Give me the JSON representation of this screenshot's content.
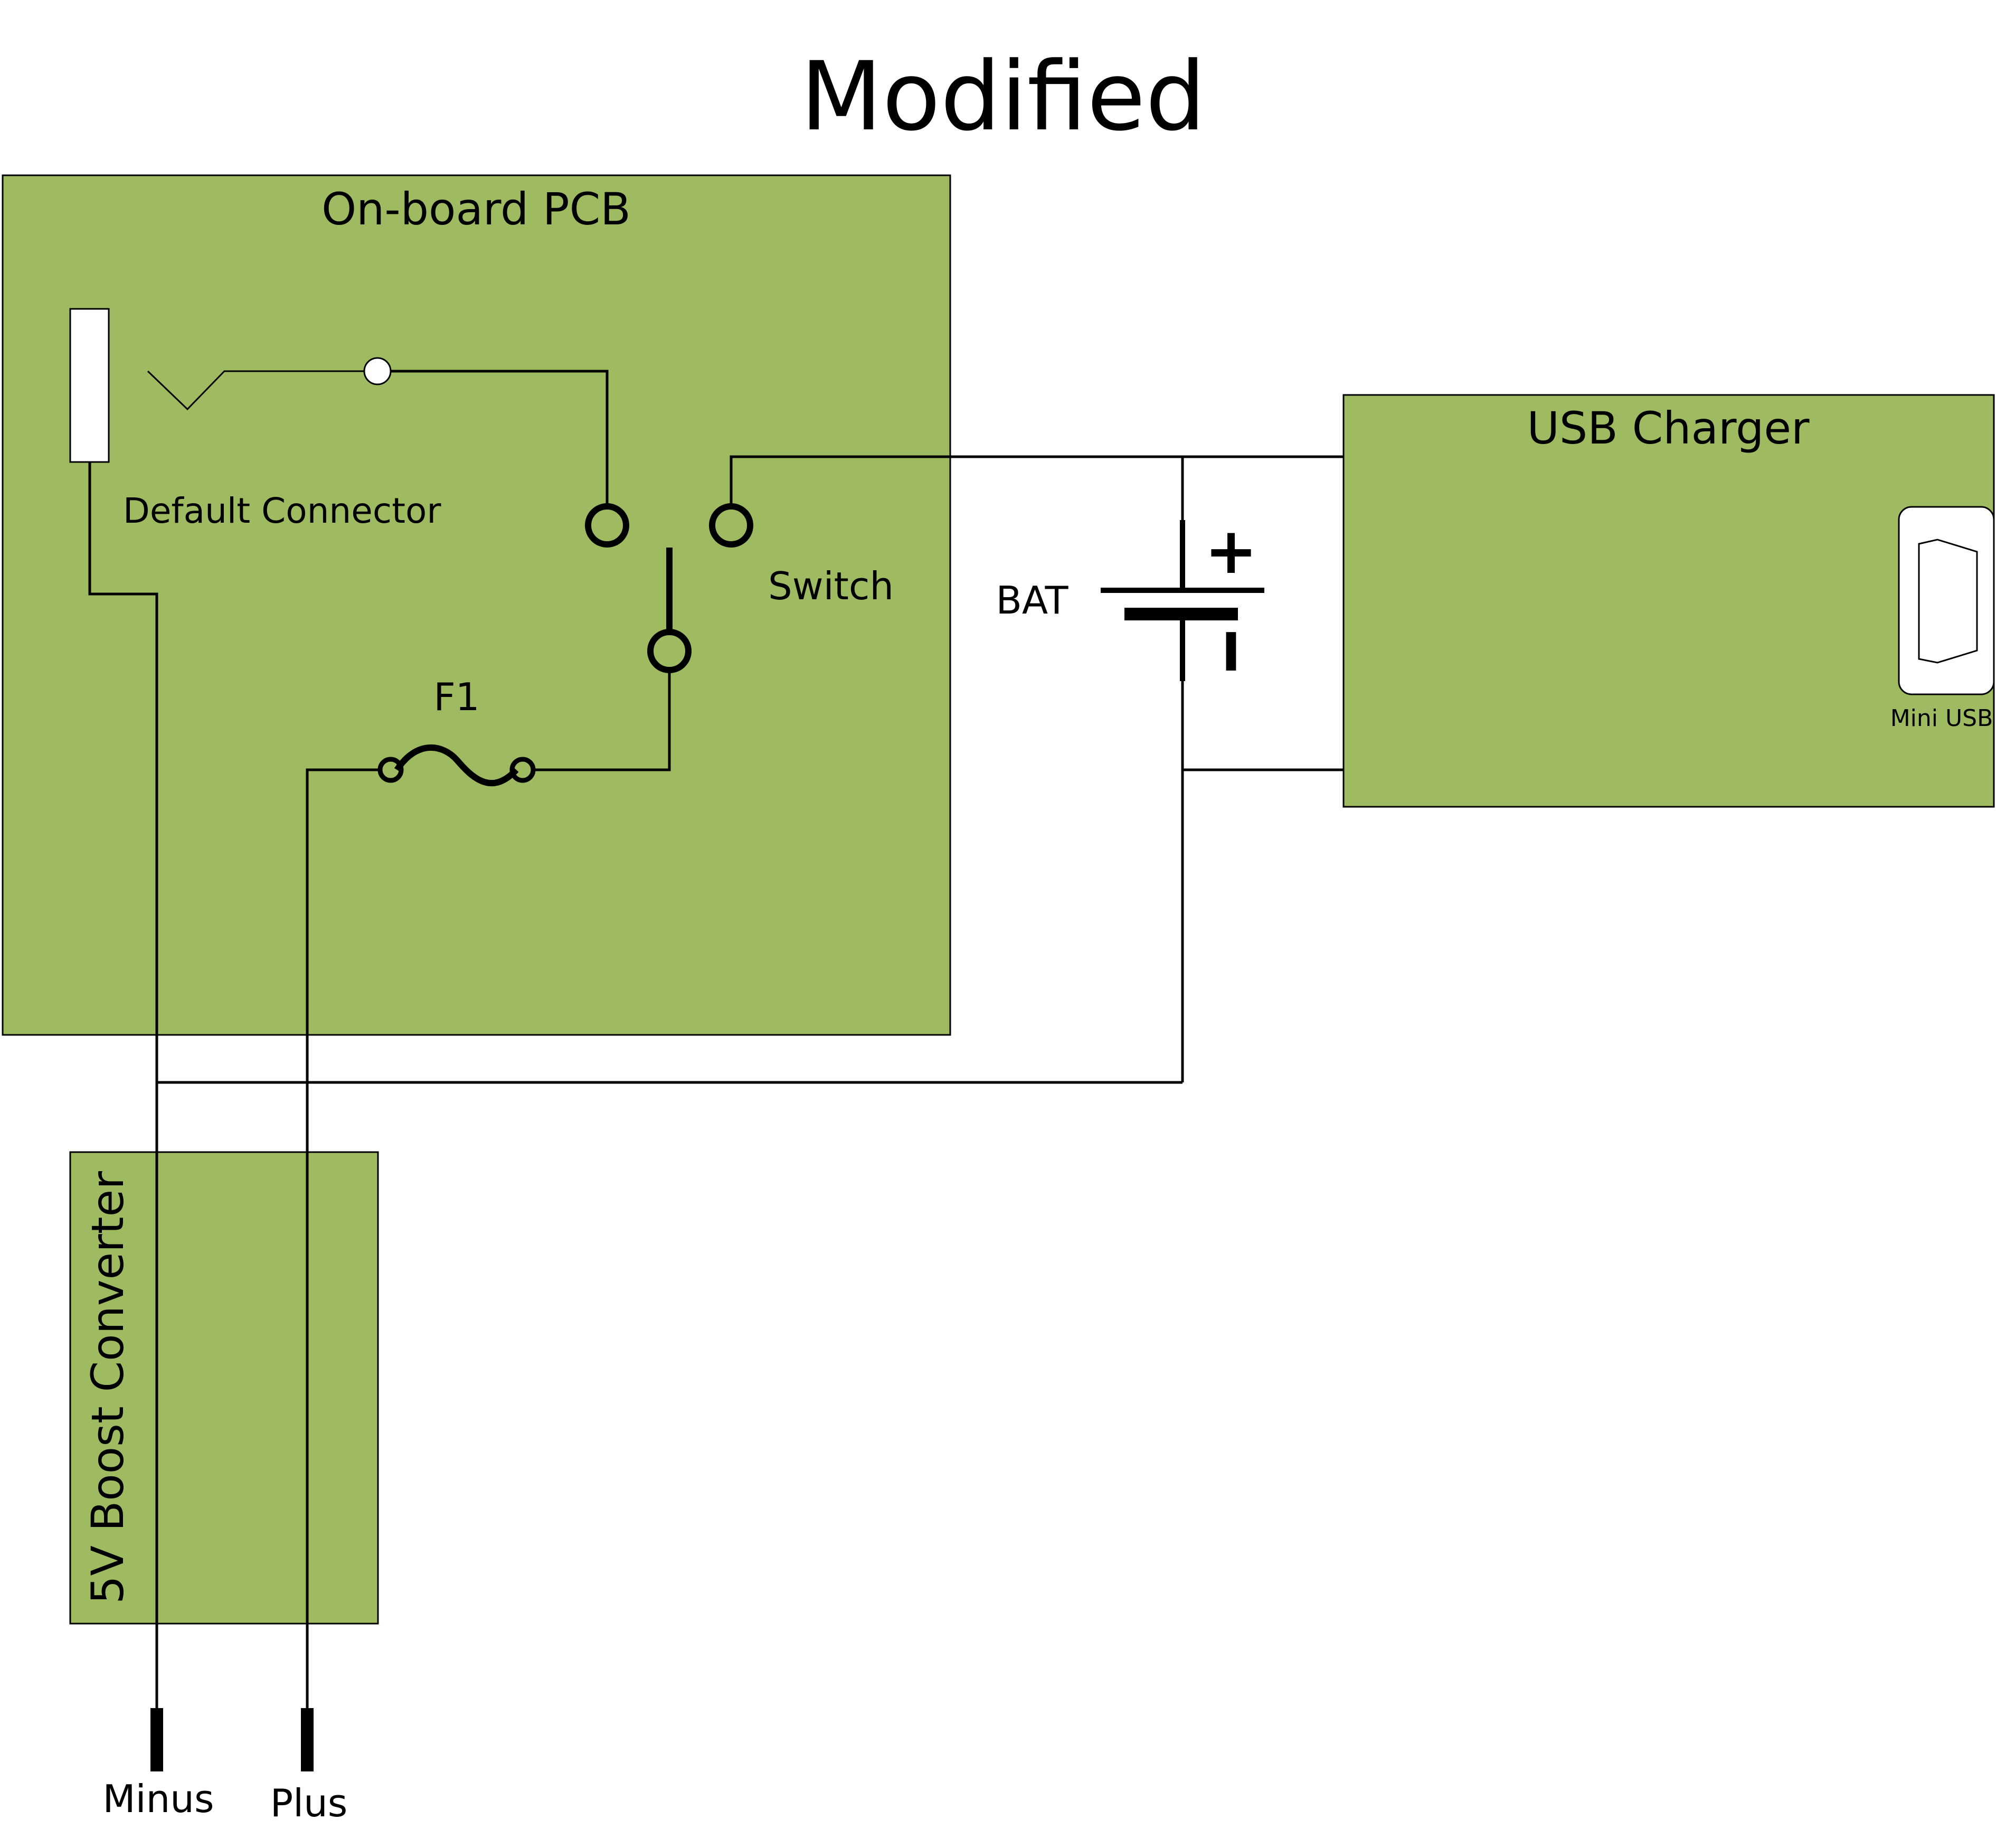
{
  "title": "Modified",
  "colors": {
    "board": "#9ebb61",
    "wire": "#000000",
    "background": "#ffffff"
  },
  "boards": {
    "onboard_pcb": "On-board PCB",
    "usb_charger": "USB Charger",
    "boost_converter": "5V Boost Converter"
  },
  "components": {
    "default_connector": "Default Connector",
    "switch": "Switch",
    "fuse": "F1",
    "battery": "BAT",
    "battery_plus": "+",
    "battery_minus": "I",
    "mini_usb": "Mini USB"
  },
  "terminals": {
    "minus": "Minus",
    "plus": "Plus"
  }
}
